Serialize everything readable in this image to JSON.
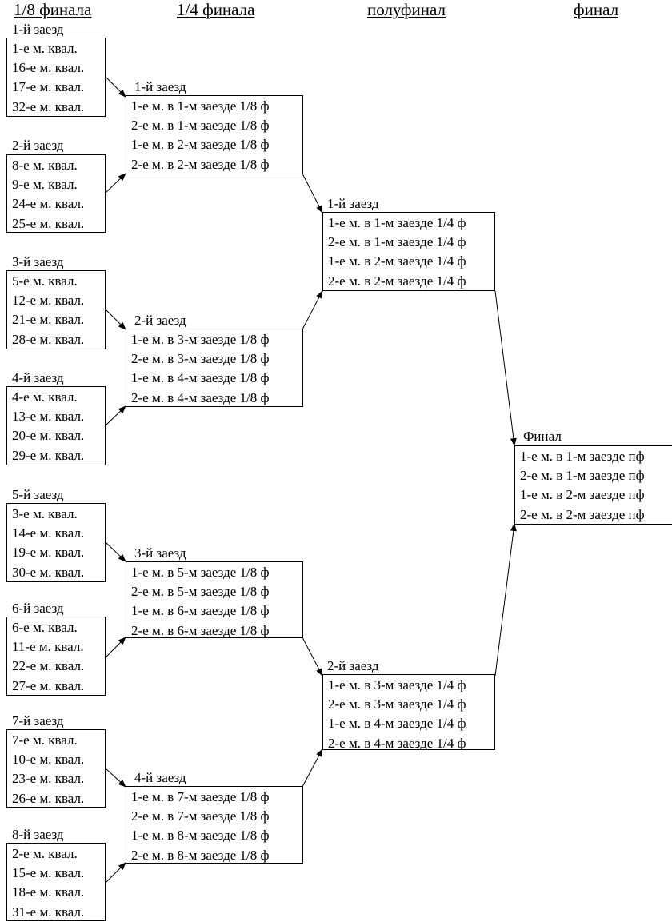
{
  "headers": {
    "r16": "1/8 финала",
    "qf": "1/4 финала",
    "sf": "полуфинал",
    "final": "финал"
  },
  "r16": [
    {
      "label": "1-й заезд",
      "entries": [
        "1-е м. квал.",
        "16-е м. квал.",
        "17-е м. квал.",
        "32-е м. квал."
      ]
    },
    {
      "label": "2-й заезд",
      "entries": [
        "8-е м. квал.",
        "9-е м. квал.",
        "24-е м. квал.",
        "25-е м. квал."
      ]
    },
    {
      "label": "3-й заезд",
      "entries": [
        "5-е м. квал.",
        "12-е м. квал.",
        "21-е м. квал.",
        "28-е м. квал."
      ]
    },
    {
      "label": "4-й заезд",
      "entries": [
        "4-е м. квал.",
        "13-е м. квал.",
        "20-е м. квал.",
        "29-е м. квал."
      ]
    },
    {
      "label": "5-й заезд",
      "entries": [
        "3-е м. квал.",
        "14-е м. квал.",
        "19-е м. квал.",
        "30-е м. квал."
      ]
    },
    {
      "label": "6-й заезд",
      "entries": [
        "6-е м. квал.",
        "11-е м. квал.",
        "22-е м. квал.",
        "27-е м. квал."
      ]
    },
    {
      "label": "7-й заезд",
      "entries": [
        "7-е м. квал.",
        "10-е м. квал.",
        "23-е м. квал.",
        "26-е м. квал."
      ]
    },
    {
      "label": "8-й заезд",
      "entries": [
        "2-е м. квал.",
        "15-е м. квал.",
        "18-е м. квал.",
        "31-е м. квал."
      ]
    }
  ],
  "qf": [
    {
      "label": "1-й заезд",
      "entries": [
        "1-е м. в 1-м заезде 1/8 ф",
        "2-е м. в 1-м заезде 1/8 ф",
        "1-е м. в 2-м заезде 1/8 ф",
        "2-е м. в 2-м заезде 1/8 ф"
      ]
    },
    {
      "label": "2-й заезд",
      "entries": [
        "1-е м. в 3-м заезде 1/8 ф",
        "2-е м. в 3-м заезде 1/8 ф",
        "1-е м. в 4-м заезде 1/8 ф",
        "2-е м. в 4-м заезде 1/8 ф"
      ]
    },
    {
      "label": "3-й заезд",
      "entries": [
        "1-е м. в 5-м заезде 1/8 ф",
        "2-е м. в 5-м заезде 1/8 ф",
        "1-е м. в 6-м заезде 1/8 ф",
        "2-е м. в 6-м заезде 1/8 ф"
      ]
    },
    {
      "label": "4-й заезд",
      "entries": [
        "1-е м. в 7-м заезде 1/8 ф",
        "2-е м. в 7-м заезде 1/8 ф",
        "1-е м. в 8-м заезде 1/8 ф",
        "2-е м. в 8-м заезде 1/8 ф"
      ]
    }
  ],
  "sf": [
    {
      "label": "1-й заезд",
      "entries": [
        "1-е м. в 1-м заезде 1/4 ф",
        "2-е м. в 1-м заезде 1/4 ф",
        "1-е м. в 2-м заезде 1/4 ф",
        "2-е м. в 2-м заезде 1/4 ф"
      ]
    },
    {
      "label": "2-й заезд",
      "entries": [
        "1-е м. в 3-м заезде 1/4 ф",
        "2-е м. в 3-м заезде 1/4 ф",
        "1-е м. в 4-м заезде 1/4 ф",
        "2-е м. в 4-м заезде 1/4 ф"
      ]
    }
  ],
  "final": {
    "label": "Финал",
    "entries": [
      "1-е м. в 1-м заезде пф",
      "2-е м. в 1-м заезде пф",
      "1-е м. в 2-м заезде пф",
      "2-е м. в 2-м заезде пф"
    ]
  }
}
